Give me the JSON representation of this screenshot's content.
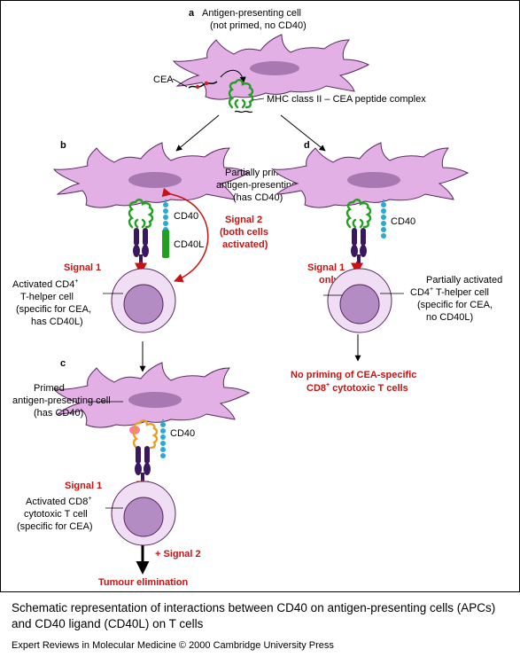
{
  "panel_a": {
    "letter": "a",
    "apc_line1": "Antigen-presenting cell",
    "apc_line2": "(not primed, no CD40)",
    "cea": "CEA",
    "mhc_label": "MHC class II – CEA peptide complex"
  },
  "panel_b": {
    "letter": "b",
    "apc_line1": "Partially primed",
    "apc_line2": "antigen-presenting cell",
    "apc_line3": "(has CD40)",
    "cd40": "CD40",
    "cd40l": "CD40L",
    "signal2_line1": "Signal 2",
    "signal2_line2": "(both cells",
    "signal2_line3": "activated)",
    "signal1": "Signal 1",
    "t_line1": "Activated CD4",
    "t_line1_sup": "+",
    "t_line2": "T-helper cell",
    "t_line3": "(specific for CEA,",
    "t_line4": "has CD40L)"
  },
  "panel_c": {
    "letter": "c",
    "apc_line1": "Primed",
    "apc_line2": "antigen-presenting cell",
    "apc_line3": "(has CD40)",
    "cd40": "CD40",
    "signal1": "Signal 1",
    "t_line1": "Activated CD8",
    "t_line1_sup": "+",
    "t_line2": "cytotoxic T cell",
    "t_line3": "(specific for CEA)",
    "signal2": "+ Signal 2",
    "outcome": "Tumour elimination"
  },
  "panel_d": {
    "letter": "d",
    "cd40": "CD40",
    "signal1_line1": "Signal 1",
    "signal1_line2": "only",
    "t_line1": "Partially activated",
    "t_line2_pre": "CD4",
    "t_line2_sup": "+",
    "t_line2_post": " T-helper cell",
    "t_line3": "(specific for CEA,",
    "t_line4": "no CD40L)",
    "outcome_line1": "No priming of CEA-specific",
    "outcome_line2_pre": "CD8",
    "outcome_line2_sup": "+",
    "outcome_line2_post": " cytotoxic T cells"
  },
  "caption": "Schematic representation of interactions between CD40 on antigen-presenting cells (APCs) and CD40 ligand (CD40L) on T cells",
  "credit": "Expert Reviews in Molecular Medicine © 2000 Cambridge University Press",
  "colors": {
    "apc_fill": "#e2b0e4",
    "apc_stroke": "#5a2a60",
    "nucleus": "#a878b2",
    "t_cell_fill": "#f0def4",
    "t_nucleus": "#b48cc4",
    "mhc_green": "#22a022",
    "cd40_blue": "#2aa8d8",
    "tcr_purple": "#3a1860",
    "signal_red": "#cc1111",
    "mhc_class1_orange": "#e8a020",
    "peptide_pink": "#ff7aa8"
  }
}
